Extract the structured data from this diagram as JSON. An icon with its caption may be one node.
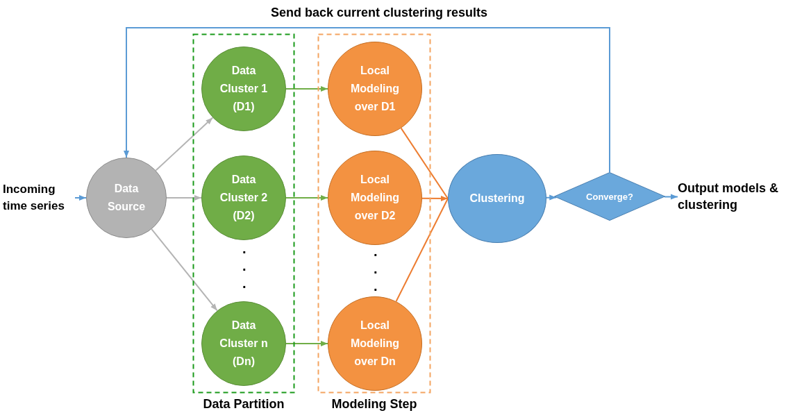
{
  "diagram": {
    "nodes": [
      {
        "text": [
          "Data Partition"
        ]
      },
      {
        "text": [
          "Data Cluster 1 (D1)"
        ],
        "in": 0
      },
      {
        "text": [
          "Data Cluster 2 (D2)"
        ],
        "in": 0
      },
      {
        "text": [
          "Data Cluster n (Dn)"
        ],
        "in": 0
      },
      {
        "text": [
          "Modeling Step"
        ]
      },
      {
        "text": [
          "Local Modeling over D1"
        ],
        "in": 4
      },
      {
        "text": [
          "Local Modeling over D2"
        ],
        "in": 4
      },
      {
        "text": [
          "Local Modeling over Dn"
        ],
        "in": 4
      },
      {
        "text": [
          "Incoming time series"
        ]
      },
      {
        "text": [
          "Data Source"
        ]
      },
      {
        "text": [
          "Clustering"
        ]
      },
      {
        "text": [
          "Converge?"
        ]
      },
      {
        "text": [
          "Output models & clustering"
        ]
      }
    ],
    "edges": [
      {
        "from": 8,
        "to": 9,
        "arrow": "to",
        "color": "#5b9bd5"
      },
      {
        "from": 9,
        "to": 1,
        "arrow": "to",
        "color": "#b4b4b4"
      },
      {
        "from": 9,
        "to": 2,
        "arrow": "to",
        "color": "#b4b4b4"
      },
      {
        "from": 9,
        "to": 3,
        "arrow": "to",
        "color": "#b4b4b4"
      },
      {
        "from": 1,
        "to": 5,
        "arrow": "to",
        "color": "#70ad47"
      },
      {
        "from": 2,
        "to": 6,
        "arrow": "to",
        "color": "#70ad47"
      },
      {
        "from": 3,
        "to": 7,
        "arrow": "to",
        "color": "#70ad47"
      },
      {
        "from": 5,
        "to": 10,
        "arrow": "none",
        "color": "#ed7d31"
      },
      {
        "from": 6,
        "to": 10,
        "arrow": "to",
        "color": "#ed7d31"
      },
      {
        "from": 7,
        "to": 10,
        "arrow": "none",
        "color": "#ed7d31"
      },
      {
        "from": 10,
        "to": 11,
        "arrow": "to",
        "color": "#5b9bd5"
      },
      {
        "from": 11,
        "to": 12,
        "arrow": "to",
        "color": "#5b9bd5"
      },
      {
        "from": 11,
        "to": 9,
        "arrow": "to",
        "label": "Send back current clustering results",
        "color": "#5b9bd5"
      }
    ],
    "labels": [
      ".",
      ".",
      ".",
      ".",
      ".",
      "."
    ]
  }
}
